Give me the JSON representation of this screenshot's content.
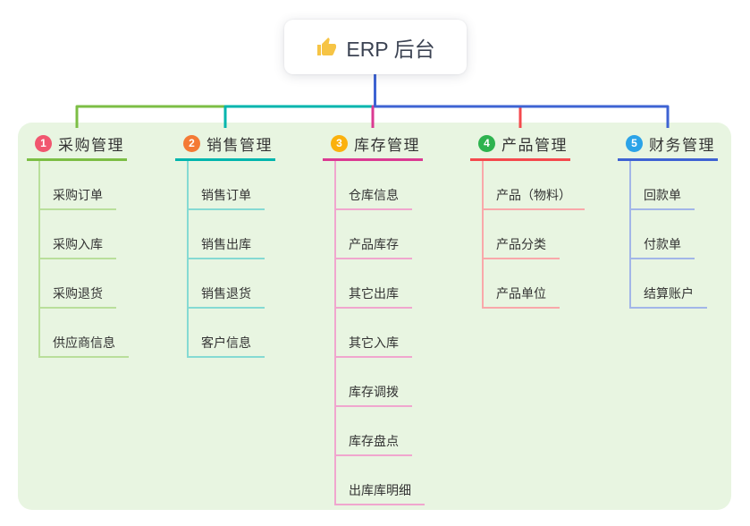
{
  "root": {
    "label": "ERP 后台",
    "icon": "thumbs-up-icon",
    "icon_color": "#F6C445",
    "text_color": "#3C4353"
  },
  "canvas": {
    "background_panel_color": "#E8F5E1",
    "page_background": "#ffffff",
    "text_color": "#333333"
  },
  "branches": [
    {
      "badge": "1",
      "badge_color": "#F1566F",
      "line_color": "#7CBE45",
      "light_color": "#B9DF9B",
      "label": "采购管理",
      "children": [
        "采购订单",
        "采购入库",
        "采购退货",
        "供应商信息"
      ]
    },
    {
      "badge": "2",
      "badge_color": "#F47A35",
      "line_color": "#00B5AD",
      "light_color": "#85DAD3",
      "label": "销售管理",
      "children": [
        "销售订单",
        "销售出库",
        "销售退货",
        "客户信息"
      ]
    },
    {
      "badge": "3",
      "badge_color": "#FBB10D",
      "line_color": "#DB3A92",
      "light_color": "#F0A6CE",
      "label": "库存管理",
      "children": [
        "仓库信息",
        "产品库存",
        "其它出库",
        "其它入库",
        "库存调拨",
        "库存盘点",
        "出库库明细"
      ]
    },
    {
      "badge": "4",
      "badge_color": "#2EB34F",
      "line_color": "#F4494D",
      "light_color": "#F9A8AA",
      "label": "产品管理",
      "children": [
        "产品（物料）",
        "产品分类",
        "产品单位"
      ]
    },
    {
      "badge": "5",
      "badge_color": "#2BA3E8",
      "line_color": "#3E63D3",
      "light_color": "#A2B6E8",
      "label": "财务管理",
      "children": [
        "回款单",
        "付款单",
        "结算账户"
      ]
    }
  ]
}
